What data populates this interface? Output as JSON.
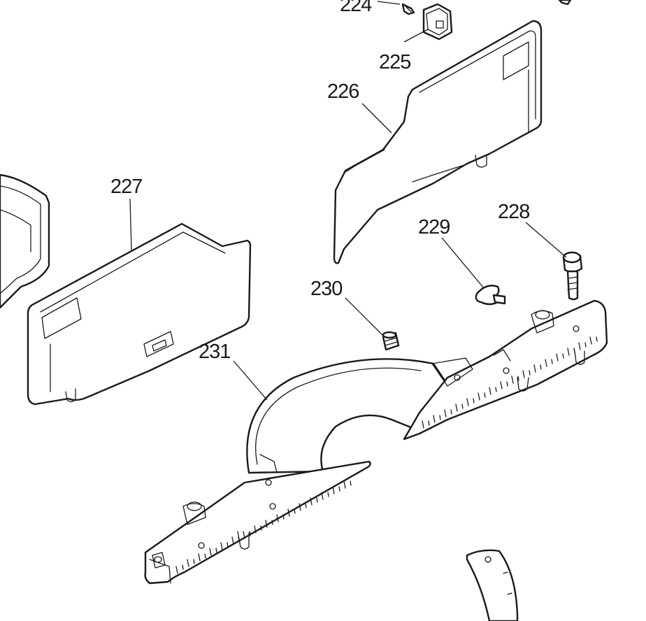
{
  "diagram": {
    "callouts": {
      "p224": "224",
      "p225": "225",
      "p226": "226",
      "p227": "227",
      "p228": "228",
      "p229": "229",
      "p230": "230",
      "p231": "231"
    }
  }
}
